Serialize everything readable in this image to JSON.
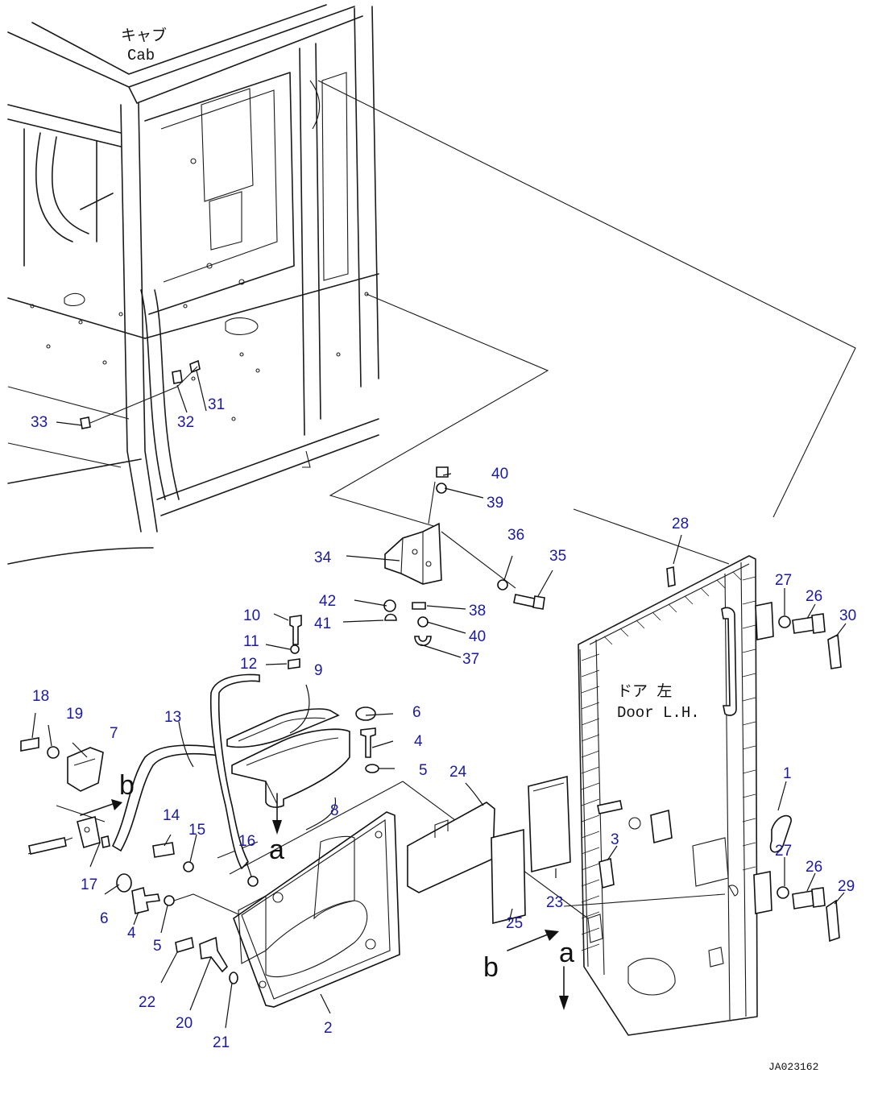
{
  "labels": {
    "cab_jp": "キャブ",
    "cab_en": "Cab",
    "door_jp": "ドア 左",
    "door_en": "Door L.H.",
    "view_a_1": "a",
    "view_a_2": "a",
    "view_b_1": "b",
    "view_b_2": "b",
    "drawing_code": "JA023162"
  },
  "callouts": {
    "c1": "1",
    "c2": "2",
    "c3": "3",
    "c4a": "4",
    "c4b": "4",
    "c5a": "5",
    "c5b": "5",
    "c6a": "6",
    "c6b": "6",
    "c7": "7",
    "c8": "8",
    "c9": "9",
    "c10": "10",
    "c11": "11",
    "c12": "12",
    "c13": "13",
    "c14": "14",
    "c15": "15",
    "c16": "16",
    "c17": "17",
    "c18": "18",
    "c19": "19",
    "c20": "20",
    "c21": "21",
    "c22": "22",
    "c23": "23",
    "c24": "24",
    "c25": "25",
    "c26a": "26",
    "c26b": "26",
    "c27a": "27",
    "c27b": "27",
    "c28": "28",
    "c29": "29",
    "c30": "30",
    "c31": "31",
    "c32": "32",
    "c33": "33",
    "c34": "34",
    "c35": "35",
    "c36": "36",
    "c37": "37",
    "c38": "38",
    "c39": "39",
    "c40a": "40",
    "c40b": "40",
    "c41": "41",
    "c42": "42"
  },
  "colors": {
    "callout": "#1a1aa6",
    "linework": "#1a1a1a"
  }
}
